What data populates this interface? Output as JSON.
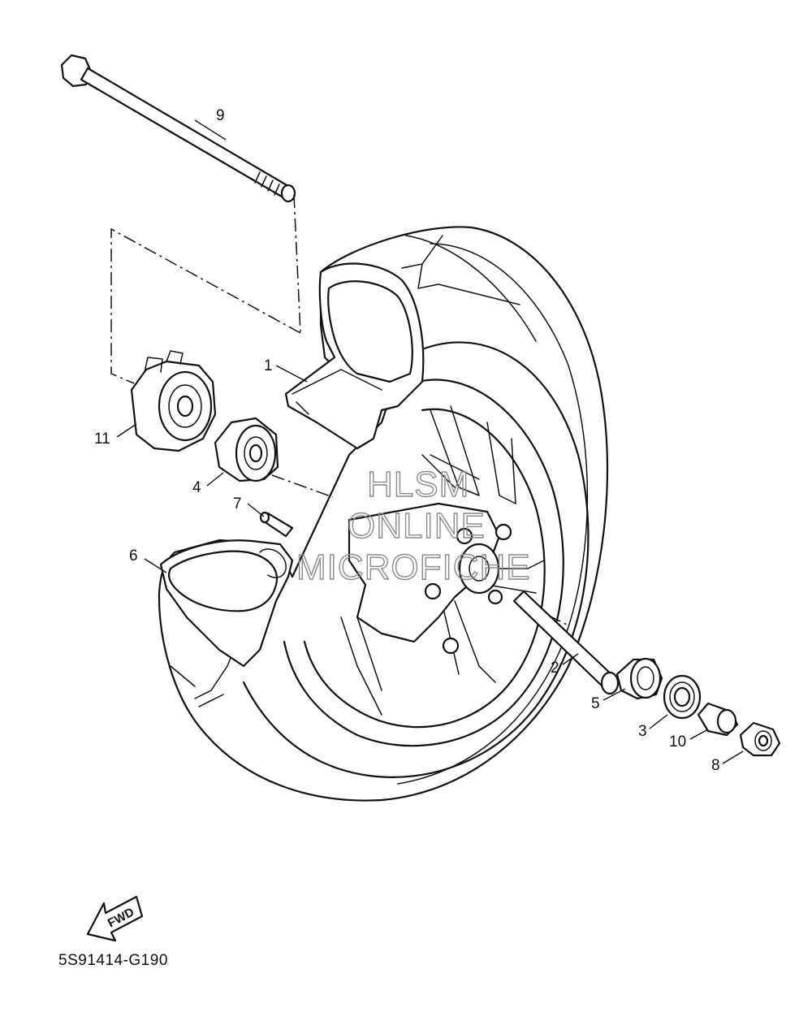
{
  "diagram": {
    "code": "5S91414-G190",
    "callouts": {
      "c1": "1",
      "c2": "2",
      "c3": "3",
      "c4": "4",
      "c5": "5",
      "c6": "6",
      "c7": "7",
      "c8": "8",
      "c9": "9",
      "c10": "10",
      "c11": "11"
    },
    "direction_label": "FWD",
    "watermark": {
      "line1": "HLSM",
      "line2": "ONLINE",
      "line3": "MICROFICHE"
    }
  }
}
